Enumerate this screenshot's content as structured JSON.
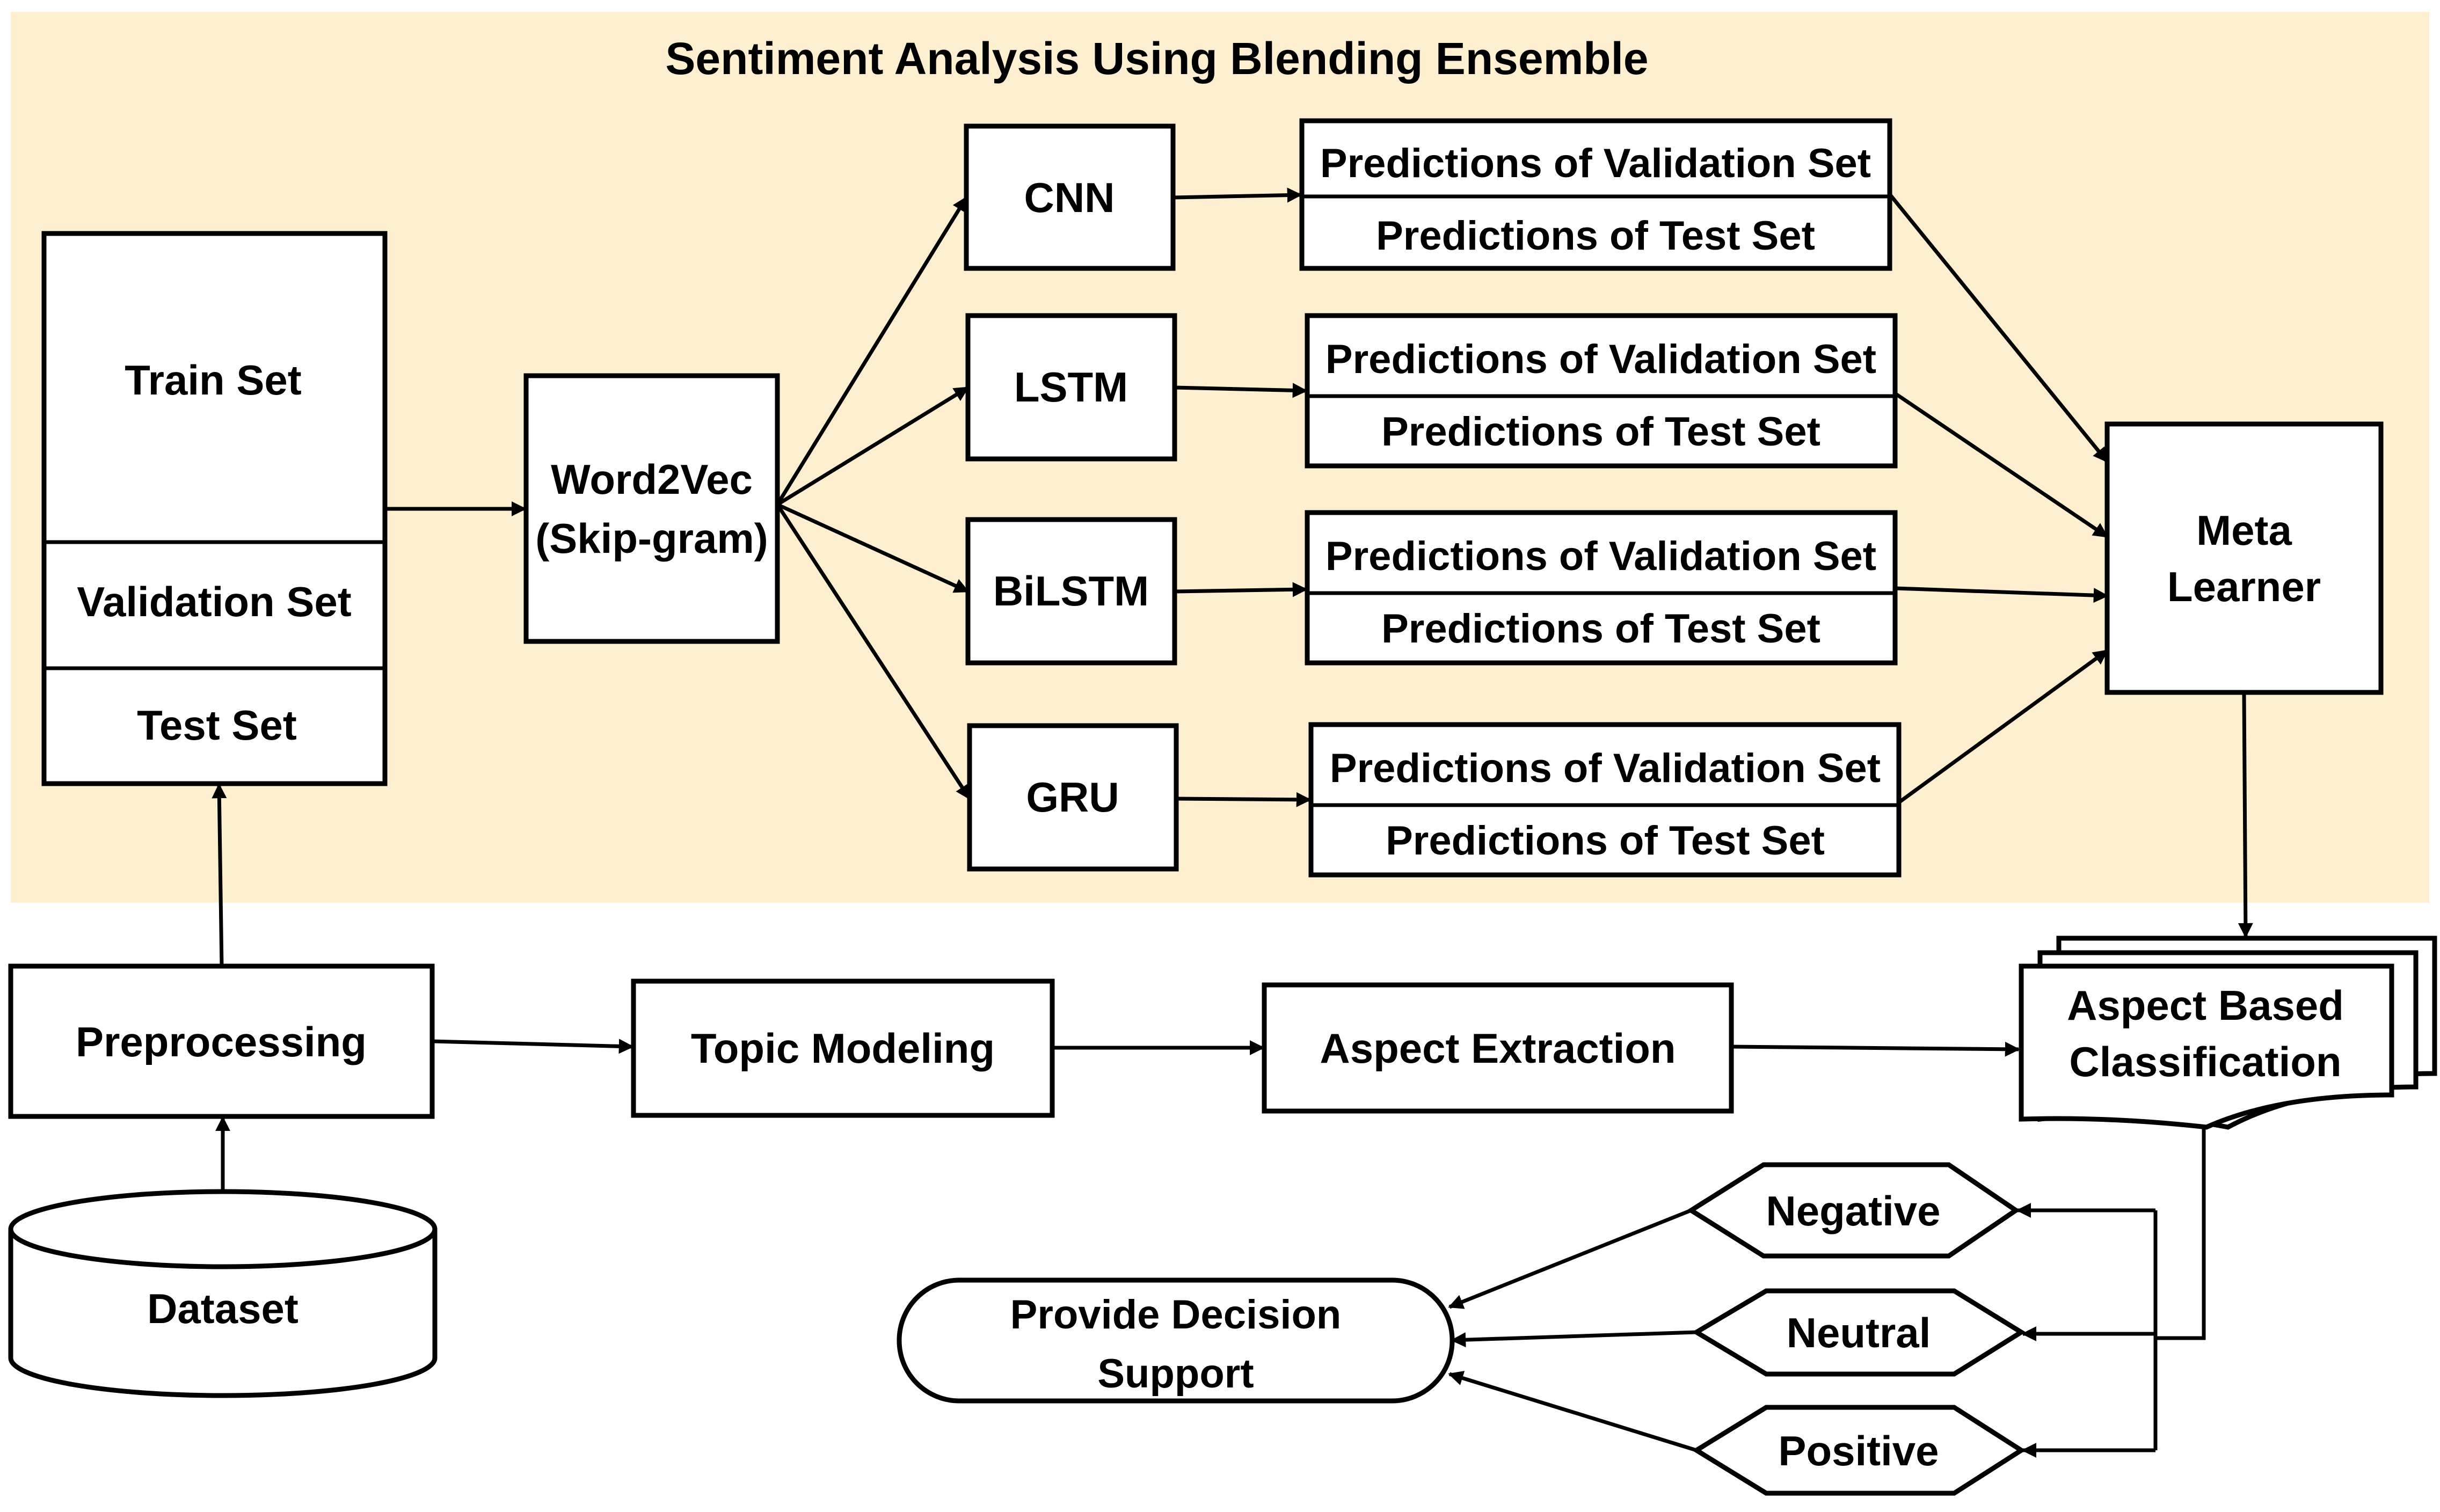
{
  "title": "Sentiment Analysis Using Blending Ensemble",
  "colors": {
    "panel": "#fdefcf",
    "stroke": "#000000",
    "fill": "#ffffff",
    "text": "#000000"
  },
  "data_split": {
    "train": "Train Set",
    "validation": "Validation Set",
    "test": "Test Set"
  },
  "embedding": {
    "line1": "Word2Vec",
    "line2": "(Skip-gram)"
  },
  "models": [
    {
      "name": "CNN",
      "validation": "Predictions of Validation Set",
      "test": "Predictions of Test Set"
    },
    {
      "name": "LSTM",
      "validation": "Predictions of Validation Set",
      "test": "Predictions of Test Set"
    },
    {
      "name": "BiLSTM",
      "validation": "Predictions of Validation Set",
      "test": "Predictions of Test Set"
    },
    {
      "name": "GRU",
      "validation": "Predictions of Validation Set",
      "test": "Predictions of Test Set"
    }
  ],
  "meta_learner": {
    "line1": "Meta",
    "line2": "Learner"
  },
  "pipeline": {
    "preprocessing": "Preprocessing",
    "topic_modeling": "Topic Modeling",
    "aspect_extraction": "Aspect Extraction",
    "dataset": "Dataset"
  },
  "classification": {
    "line1": "Aspect Based",
    "line2": "Classification"
  },
  "sentiments": {
    "negative": "Negative",
    "neutral": "Neutral",
    "positive": "Positive"
  },
  "decision": {
    "line1": "Provide Decision",
    "line2": "Support"
  }
}
